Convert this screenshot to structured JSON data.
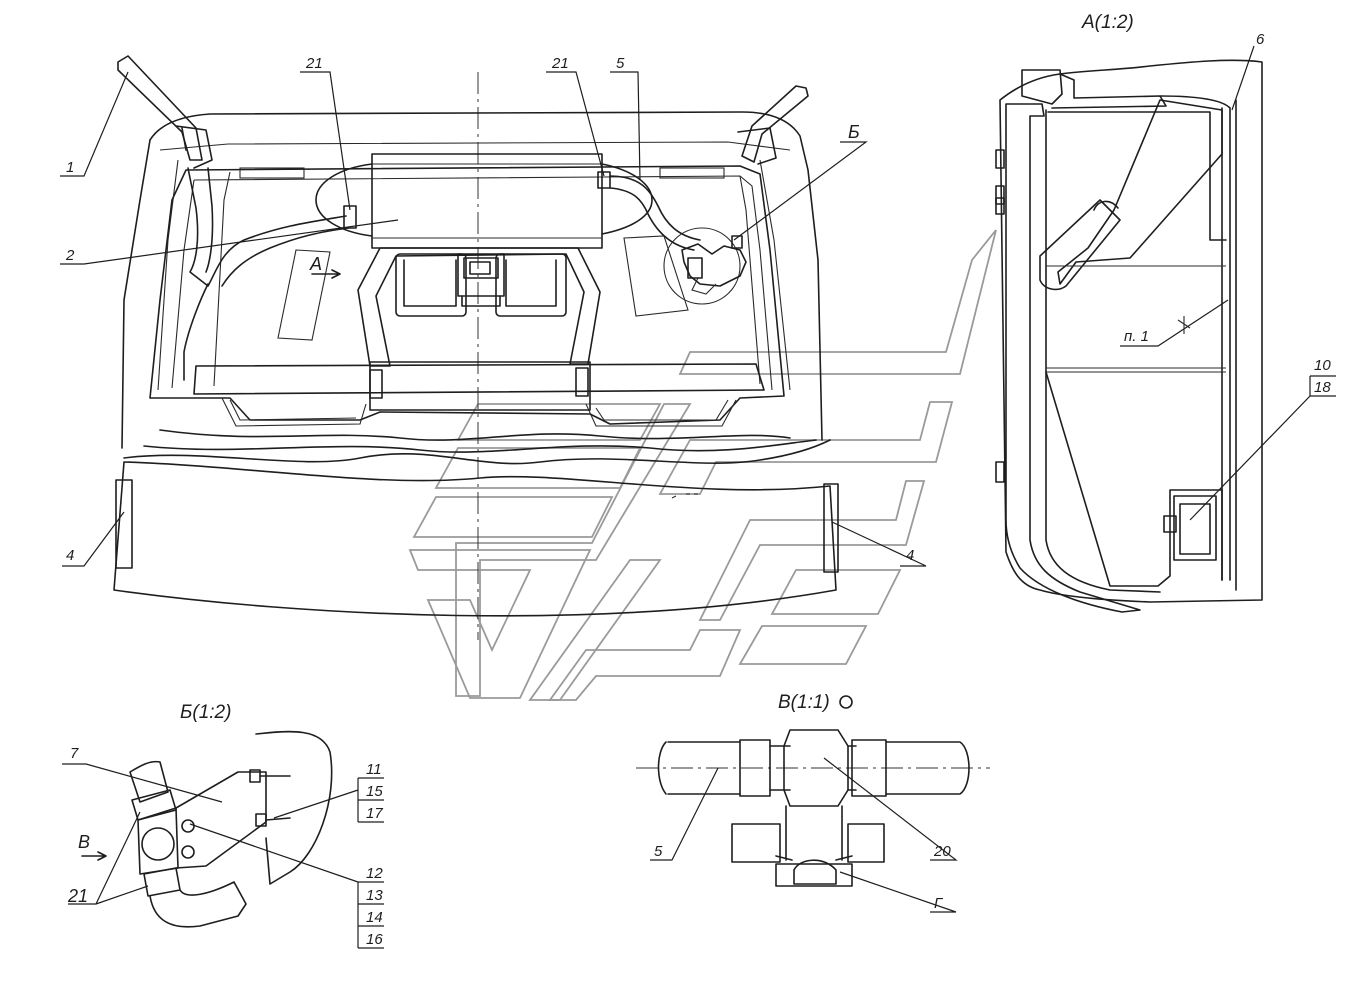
{
  "views": {
    "main": {
      "arrow_label": "А"
    },
    "section_a": {
      "title": "А(1:2)"
    },
    "section_b": {
      "title": "Б(1:2)",
      "arrow_label": "В"
    },
    "section_v": {
      "title": "В(1:1)"
    },
    "callout_b": "Б"
  },
  "callouts": {
    "c1": "1",
    "c2": "2",
    "c4_left": "4",
    "c4_right": "4",
    "c5": "5",
    "c21_left": "21",
    "c21_right": "21",
    "c6": "6",
    "p1": "п. 1",
    "c10": "10",
    "c18": "18",
    "c7": "7",
    "c11": "11",
    "c15": "15",
    "c17": "17",
    "c12": "12",
    "c13": "13",
    "c14": "14",
    "c16": "16",
    "c21_b": "21",
    "c5_v": "5",
    "c20": "20",
    "cg": "Г"
  }
}
